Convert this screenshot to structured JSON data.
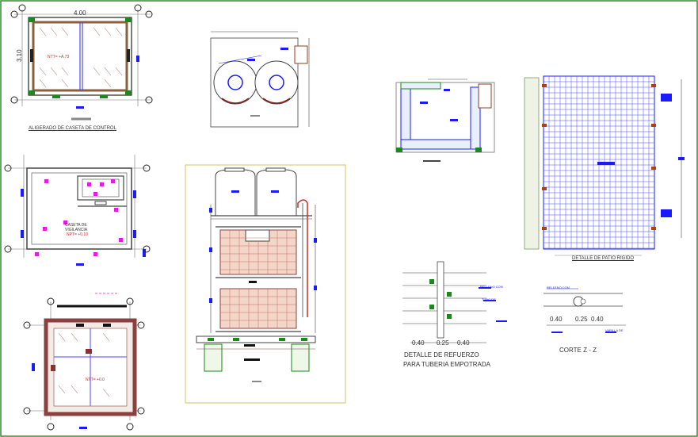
{
  "sheet": {
    "border_color": "#2e8b2e",
    "line_color": "#555555",
    "accent_blue": "#1a1aff",
    "accent_magenta": "#e020e0",
    "accent_red": "#b03020",
    "accent_green": "#1a8a1a",
    "frame_yellow": "#d8c060"
  },
  "drawings": {
    "roof_plan": {
      "title": "ALIGERADO DE CASETA DE CONTROL",
      "top_dim": "4.00",
      "side_dim": "3.10",
      "level_label": "NTT= +A.73"
    },
    "floor_plan": {
      "room_label_1": "CASETA DE",
      "room_label_2": "VIGILANCIA",
      "level_label": "NPT= +0.10"
    },
    "foundation_plan": {
      "level_label": "NTT= +0.0"
    },
    "tank_plan": {},
    "tank_elevation": {},
    "cistern_section": {},
    "floor_detail": {
      "title": "DETALLE DE PATIO RIGIDO"
    },
    "pipe_detail": {
      "dims": [
        "0.40",
        "0.25",
        "0.40"
      ],
      "title_line1": "DETALLE DE REFUERZO",
      "title_line2": "PARA TUBERIA EMPOTRADA",
      "note_1": "RELLENO CON",
      "note_2": "TUBO DE"
    },
    "section_zz": {
      "dims": [
        "0.40",
        "0.25",
        "0.40"
      ],
      "title": "CORTE  Z - Z",
      "note_1": "RELLENO CON",
      "note_2": "VARILLA DE"
    }
  }
}
